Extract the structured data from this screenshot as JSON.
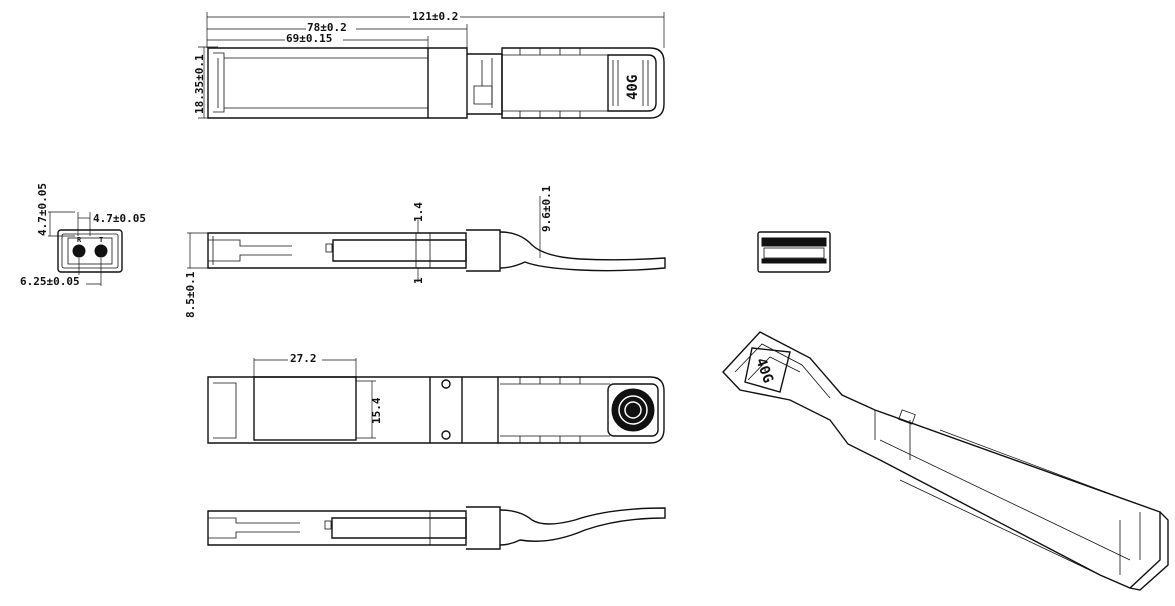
{
  "drawing": {
    "dims": {
      "overall_length": "121±0.2",
      "housing_length": "78±0.2",
      "body_length": "69±0.15",
      "width": "18.35±0.1",
      "lc_height": "4.7±0.05",
      "lc_width": "4.7±0.05",
      "lc_pitch": "6.25±0.05",
      "body_height": "8.5±0.1",
      "gap_top": "1.4",
      "gap_bottom": "1",
      "pull_tab_height": "9.6±0.1",
      "label_width": "27.2",
      "label_height": "15.4"
    },
    "tab_text": "40G",
    "port_letters": [
      "R",
      "T"
    ]
  }
}
